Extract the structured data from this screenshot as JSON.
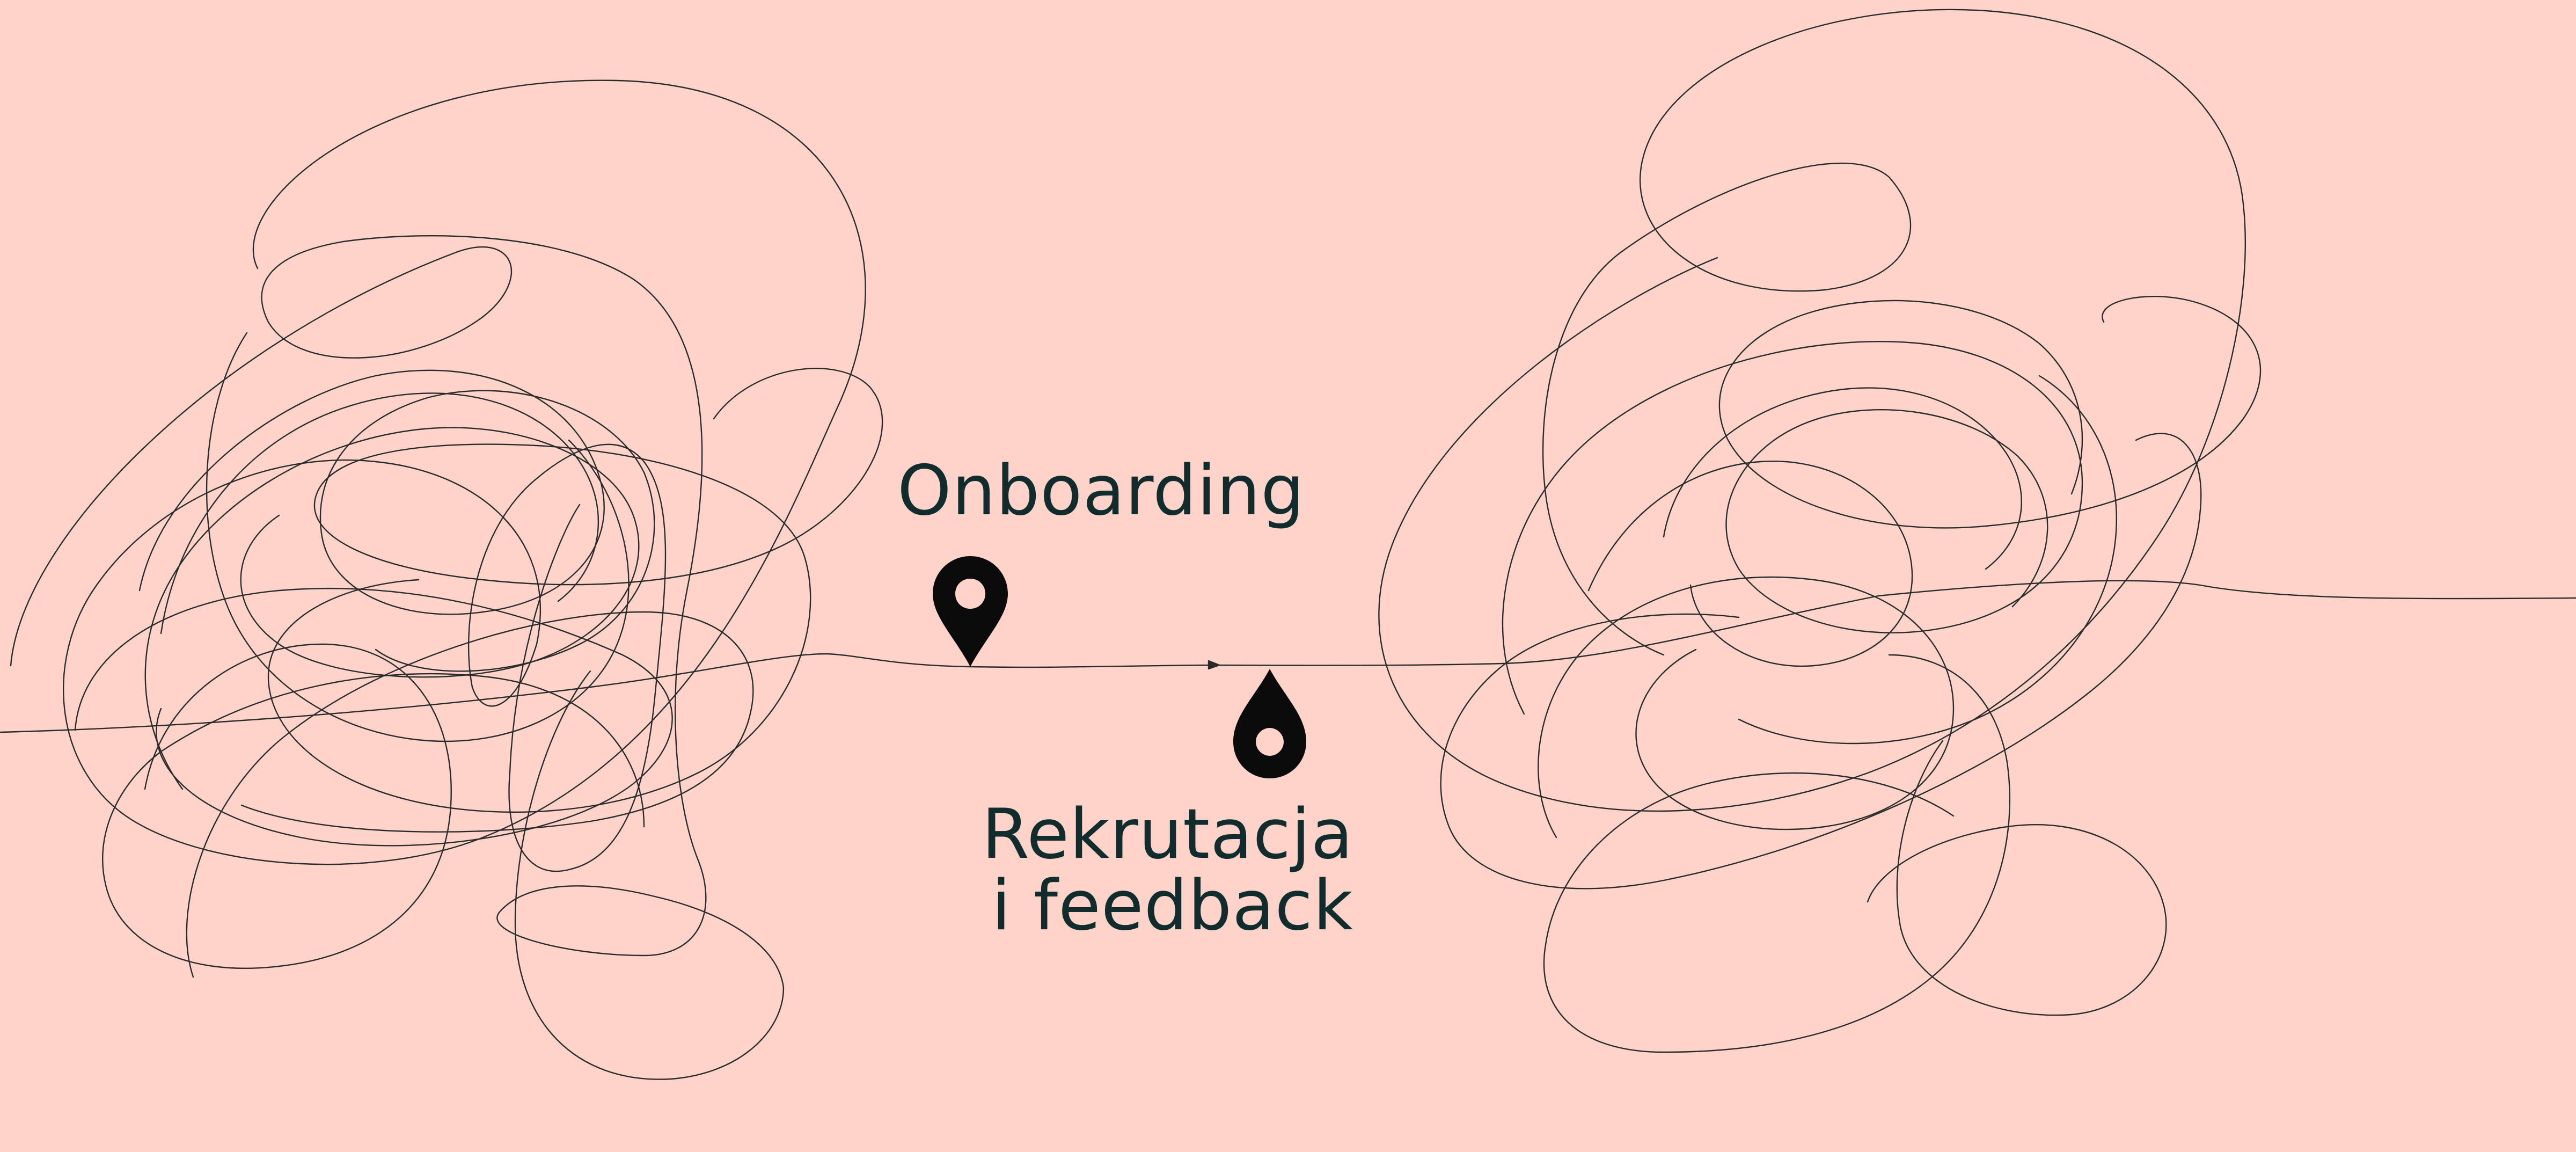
{
  "background_color": "#fdd3ca",
  "line_color": "#2b2b2b",
  "text_color": "#112c2d",
  "pin_color": "#0b0b0b",
  "milestones": [
    {
      "label_lines": [
        "Onboarding"
      ],
      "icon": "location-pin-icon"
    },
    {
      "label_lines": [
        "Rekrutacja",
        "i feedback"
      ],
      "icon": "teardrop-pin-icon"
    }
  ]
}
